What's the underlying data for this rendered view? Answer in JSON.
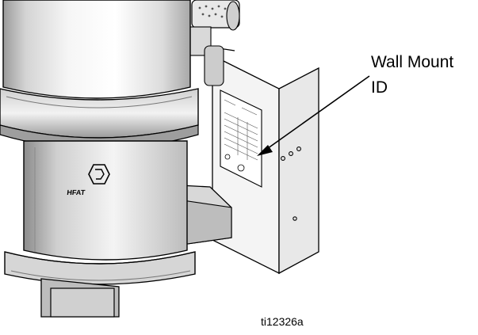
{
  "callout": {
    "line1": "Wall Mount",
    "line2": "ID"
  },
  "figure_id": "ti12326a"
}
